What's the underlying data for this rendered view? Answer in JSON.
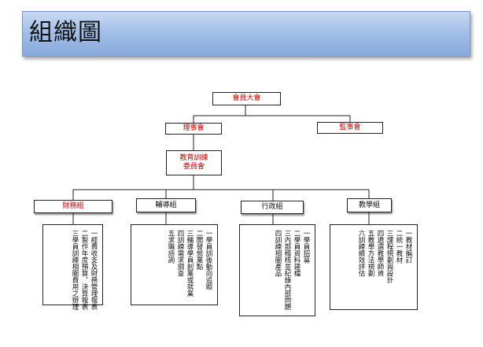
{
  "page_title": "組織圖",
  "nodes": {
    "assembly": "會員大會",
    "board_directors": "理事會",
    "board_supervisors": "監事會",
    "committee_line1": "教育訓練",
    "committee_line2": "委員會"
  },
  "departments": [
    {
      "name": "財務組",
      "duties": [
        "一經費收支及財務管理報表",
        "二製作年度預算、決算報表",
        "三學員訓練相關費用之辦理"
      ]
    },
    {
      "name": "輔導組",
      "duties": [
        "一學員訓後動向追蹤",
        "二開發就業點",
        "三輔導學員創業或就業",
        "四訓練需求調查",
        "五求職諮詢"
      ]
    },
    {
      "name": "行政組",
      "duties": [
        "一學員招募",
        "二學員資料建檔",
        "三內部稽核並紀錄內部問題",
        "四訓練相關產品"
      ]
    },
    {
      "name": "教學組",
      "duties": [
        "一教材編訂",
        "二統一教材",
        "三課程規劃與設計",
        "四遴選教學師資",
        "五教學方法規劃",
        "六訓練績效評估"
      ]
    }
  ],
  "colors": {
    "banner_top": "#c7d9f1",
    "banner_bottom": "#88a9dc",
    "node_text_red": "#d40000",
    "node_text_dark": "#111111",
    "border": "#222222"
  }
}
